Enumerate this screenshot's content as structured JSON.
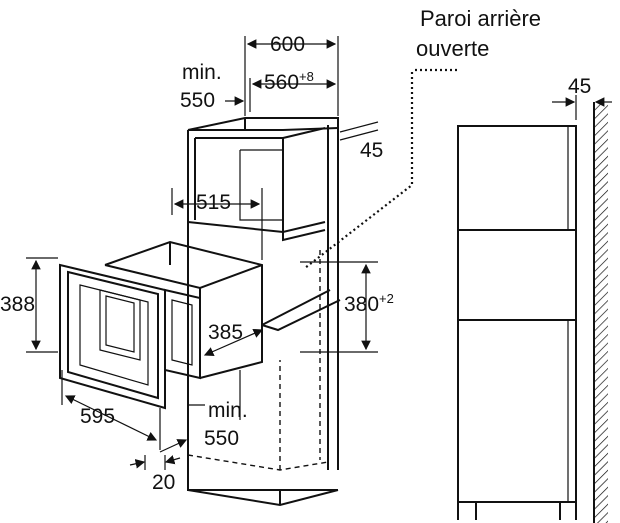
{
  "labels": {
    "back_wall": "Paroi arrière",
    "back_wall_2": "ouverte",
    "w600": "600",
    "min_top": "min.",
    "w550_top": "550",
    "w560": "560",
    "w560_sup": "+8",
    "d45_cab": "45",
    "d45_wall": "45",
    "w515": "515",
    "h388": "388",
    "h380": "380",
    "h380_sup": "+2",
    "d385": "385",
    "w595": "595",
    "min_bottom": "min.",
    "w550_bottom": "550",
    "d20": "20"
  }
}
